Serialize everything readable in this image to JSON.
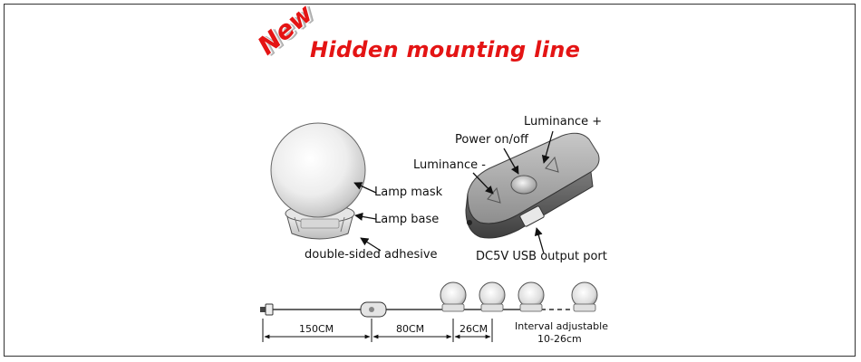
{
  "badge": {
    "text": "New",
    "color": "#e41414"
  },
  "headline": {
    "text": "Hidden mounting line",
    "color": "#e41414"
  },
  "lamp": {
    "mask_label": "Lamp mask",
    "base_label": "Lamp base",
    "adhesive_label": "double-sided adhesive"
  },
  "switch": {
    "luminance_plus": "Luminance +",
    "power_label": "Power on/off",
    "luminance_minus": "Luminance -",
    "usb_port_label": "DC5V USB output port"
  },
  "strip": {
    "dim_150": "150CM",
    "dim_80": "80CM",
    "dim_26": "26CM",
    "interval_label": "Interval adjustable",
    "interval_range": "10-26cm"
  }
}
